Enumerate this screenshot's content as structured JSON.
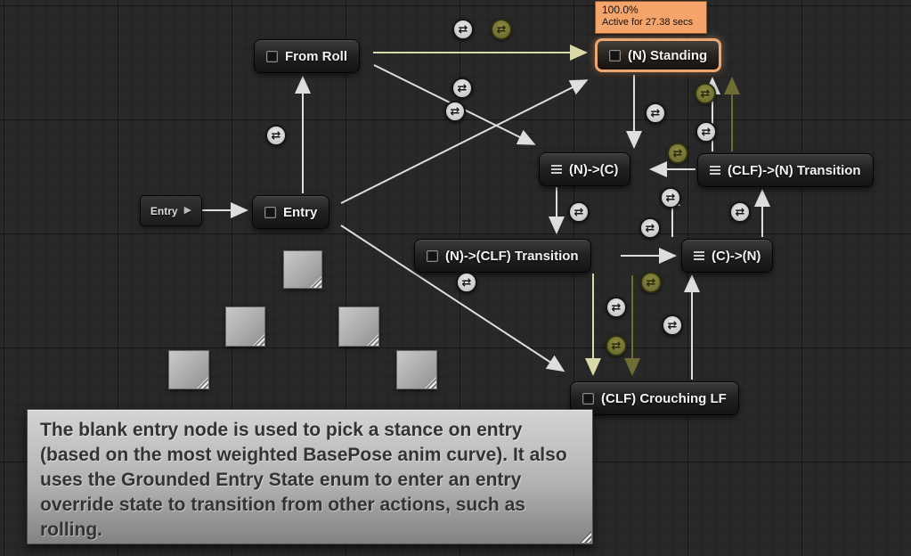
{
  "graph": {
    "nodes": {
      "from_roll": "From Roll",
      "standing": "(N) Standing",
      "n_to_c": "(N)->(C)",
      "clf_to_n_transition": "(CLF)->(N) Transition",
      "entry": "Entry",
      "n_to_clf_transition": "(N)->(CLF) Transition",
      "c_to_n": "(C)->(N)",
      "crouching_lf": "(CLF) Crouching LF"
    },
    "entry_point_label": "Entry"
  },
  "active_state_tooltip": {
    "weight": "100.0%",
    "status": "Active for 27.38 secs"
  },
  "comment_tooltip": {
    "text": "The blank entry node is used to pick a stance on entry (based on the most weighted BasePose anim curve). It also uses the Grounded Entry State enum to enter an entry override state to transition from other actions, such as rolling."
  },
  "icons": {
    "transition_rule_glyph": "⇄",
    "entry_play_glyph": "▶"
  },
  "colors": {
    "active_border": "#eda771",
    "active_tooltip_bg": "#f5a46b",
    "edge_white": "#dedede",
    "edge_cream": "#d8d8a8",
    "edge_olive": "#6d6d34"
  }
}
